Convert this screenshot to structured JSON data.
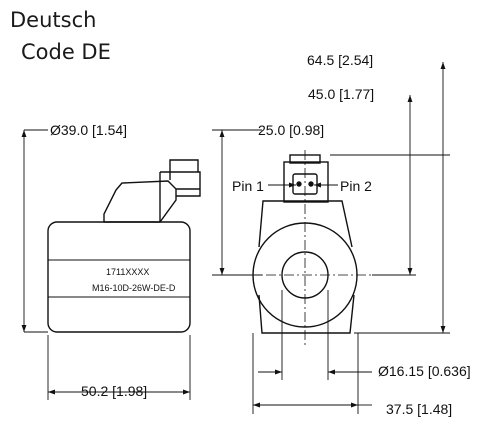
{
  "title": {
    "line1": "Deutsch",
    "line2": "Code DE"
  },
  "dimensions": {
    "coil_diameter": "Ø39.0 [1.54]",
    "coil_length": "50.2 [1.98]",
    "connector_height": "25.0 [0.98]",
    "overall_height": "64.5 [2.54]",
    "axis_height": "45.0 [1.77]",
    "bore_diameter": "Ø16.15 [0.636]",
    "body_width": "37.5 [1.48]"
  },
  "labels": {
    "pin1": "Pin 1",
    "pin2": "Pin 2",
    "part_code": "1711XXXX",
    "part_number": "M16-10D-26W-DE-D"
  }
}
